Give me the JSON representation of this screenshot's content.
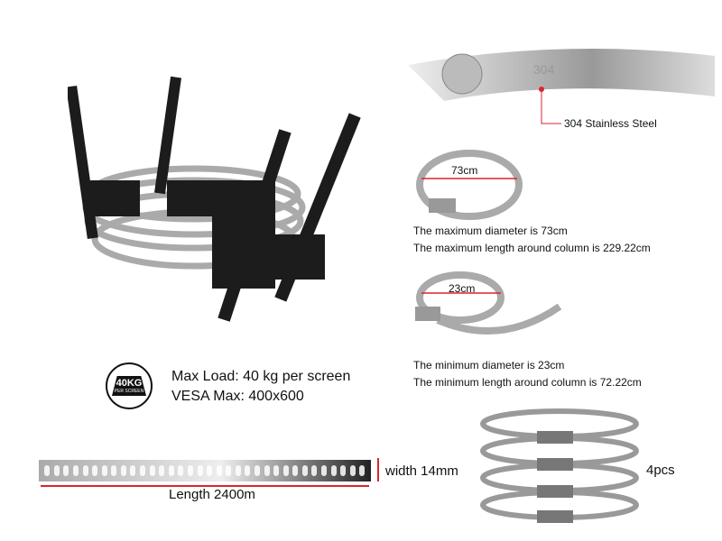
{
  "steel_callout": {
    "stamp": "304",
    "label": "304 Stainless Steel"
  },
  "clamp_max": {
    "diameter_label": "73cm",
    "line1": "The maximum diameter is 73cm",
    "line2": "The maximum length around column is 229.22cm"
  },
  "clamp_min": {
    "diameter_label": "23cm",
    "line1": "The minimum diameter is 23cm",
    "line2": "The minimum length around column is 72.22cm"
  },
  "badge": {
    "weight": "40KG",
    "sub": "PER SCREEN"
  },
  "specs": {
    "max_load": "Max Load: 40 kg per screen",
    "vesa": "VESA Max: 400x600"
  },
  "strap": {
    "length": "Length 2400m",
    "width": "width 14mm"
  },
  "clamps_qty": "4pcs",
  "colors": {
    "accent": "#d9262c",
    "steel": "#b8b8b8",
    "mount": "#1c1c1c"
  }
}
